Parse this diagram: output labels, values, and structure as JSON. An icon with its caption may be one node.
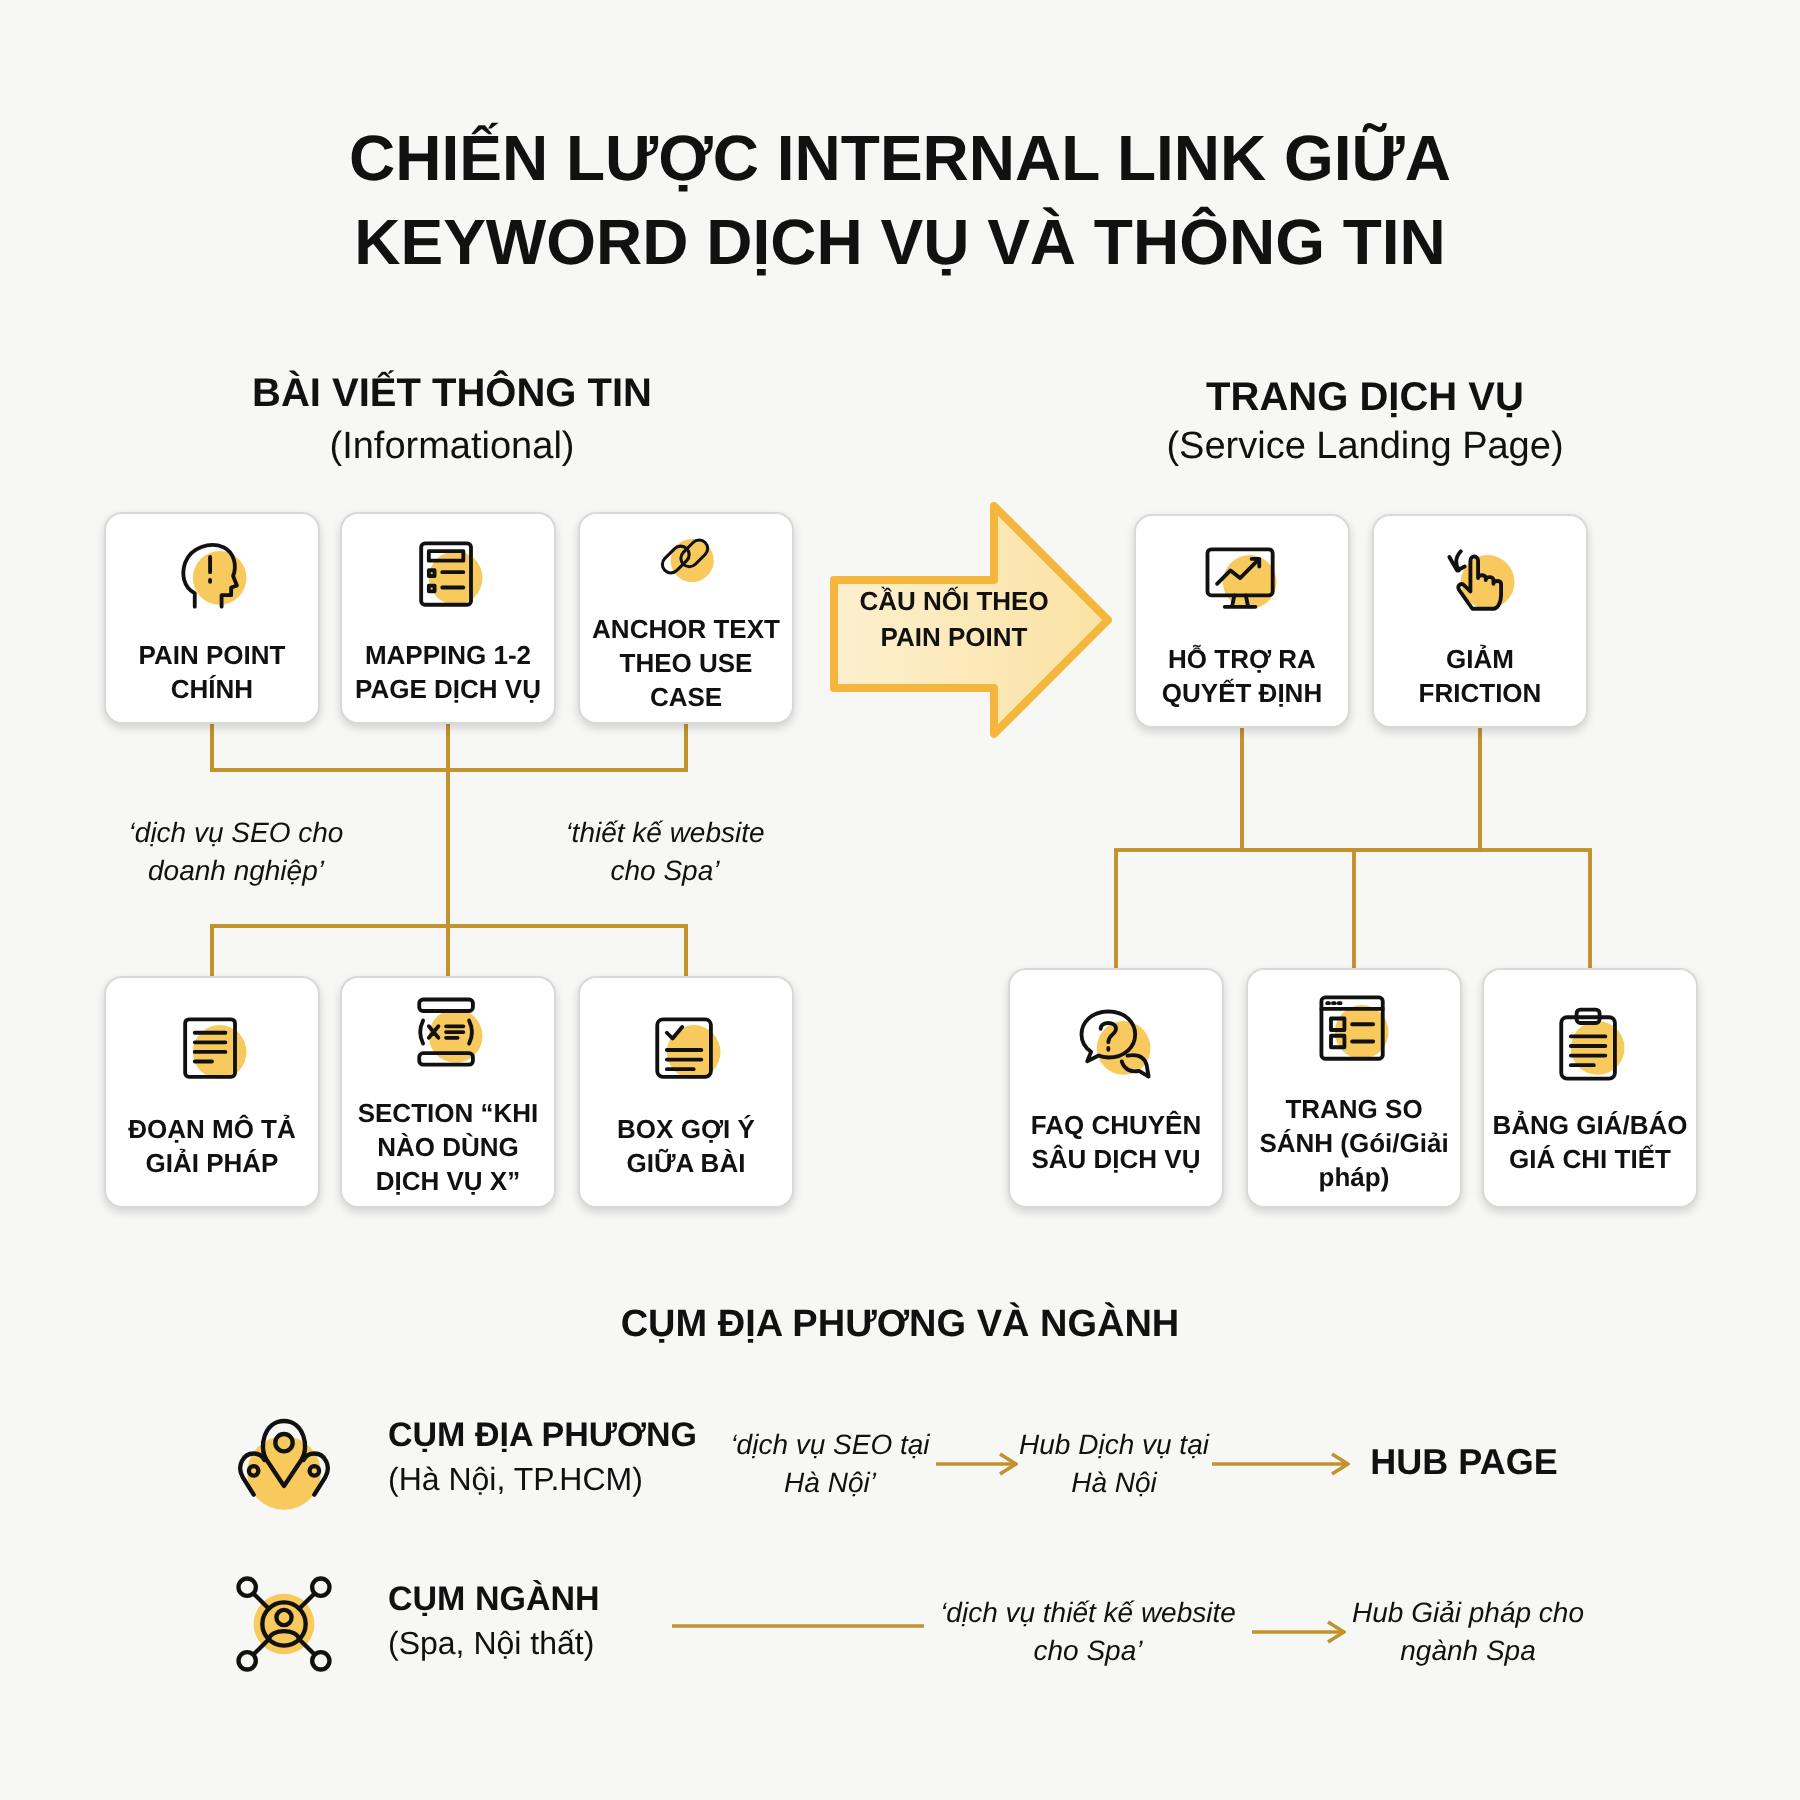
{
  "diagram": {
    "title": "CHIẾN LƯỢC INTERNAL LINK GIỮA KEYWORD DỊCH VỤ VÀ THÔNG TIN",
    "nodes": [
      {
        "text": [
          "PAIN POINT CHÍNH"
        ]
      },
      {
        "text": [
          "MAPPING 1-2 PAGE DỊCH VỤ"
        ]
      },
      {
        "text": [
          "ANCHOR TEXT THEO USE CASE"
        ]
      },
      {
        "text": [
          "ĐOẠN MÔ TẢ GIẢI PHÁP"
        ]
      },
      {
        "text": [
          "SECTION “KHI NÀO DÙNG DỊCH VỤ X”"
        ]
      },
      {
        "text": [
          "BOX GỢI Ý GIỮA BÀI"
        ]
      },
      {
        "text": [
          "CẦU NỐI THEO PAIN POINT"
        ]
      },
      {
        "text": [
          "HỖ TRỢ RA QUYẾT ĐỊNH"
        ]
      },
      {
        "text": [
          "GIẢM FRICTION"
        ]
      },
      {
        "text": [
          "FAQ CHUYÊN SÂU DỊCH VỤ"
        ]
      },
      {
        "text": [
          "TRANG SO SÁNH (Gói/Giải pháp)"
        ]
      },
      {
        "text": [
          "BẢNG GIÁ/BÁO GIÁ CHI TIẾT"
        ]
      },
      {
        "text": [
          "CỤM ĐỊA PHƯƠNG",
          "(Hà Nội, TP.HCM)"
        ]
      },
      {
        "text": [
          "‘dịch vụ SEO tại Hà Nội’"
        ]
      },
      {
        "text": [
          "Hub Dịch vụ tại Hà Nội"
        ]
      },
      {
        "text": [
          "HUB PAGE"
        ]
      },
      {
        "text": [
          "CỤM NGÀNH",
          "(Spa, Nội thất)"
        ]
      },
      {
        "text": [
          "‘dịch vụ thiết kế website cho Spa’"
        ]
      },
      {
        "text": [
          "Hub Giải pháp cho ngành Spa"
        ]
      }
    ],
    "edges": [
      {
        "from": 0,
        "to": 3,
        "arrow": "none"
      },
      {
        "from": 0,
        "to": 4,
        "arrow": "none"
      },
      {
        "from": 0,
        "to": 5,
        "arrow": "none"
      },
      {
        "from": 1,
        "to": 3,
        "arrow": "none"
      },
      {
        "from": 1,
        "to": 4,
        "arrow": "none"
      },
      {
        "from": 1,
        "to": 5,
        "arrow": "none"
      },
      {
        "from": 2,
        "to": 3,
        "arrow": "none"
      },
      {
        "from": 2,
        "to": 4,
        "arrow": "none"
      },
      {
        "from": 2,
        "to": 5,
        "arrow": "none"
      },
      {
        "from": 7,
        "to": 9,
        "arrow": "none"
      },
      {
        "from": 7,
        "to": 10,
        "arrow": "none"
      },
      {
        "from": 7,
        "to": 11,
        "arrow": "none"
      },
      {
        "from": 8,
        "to": 9,
        "arrow": "none"
      },
      {
        "from": 8,
        "to": 10,
        "arrow": "none"
      },
      {
        "from": 8,
        "to": 11,
        "arrow": "none"
      },
      {
        "from": 13,
        "to": 14,
        "arrow": "to"
      },
      {
        "from": 14,
        "to": 15,
        "arrow": "to"
      },
      {
        "from": 16,
        "to": 17,
        "arrow": "none"
      },
      {
        "from": 17,
        "to": 18,
        "arrow": "to"
      }
    ],
    "labels": [
      "BÀI VIẾT THÔNG TIN",
      "(Informational)",
      "TRANG DỊCH VỤ",
      "(Service Landing Page)",
      "‘dịch vụ SEO cho doanh nghiệp’",
      "‘thiết kế website cho Spa’",
      "CỤM ĐỊA PHƯƠNG VÀ NGÀNH"
    ]
  }
}
